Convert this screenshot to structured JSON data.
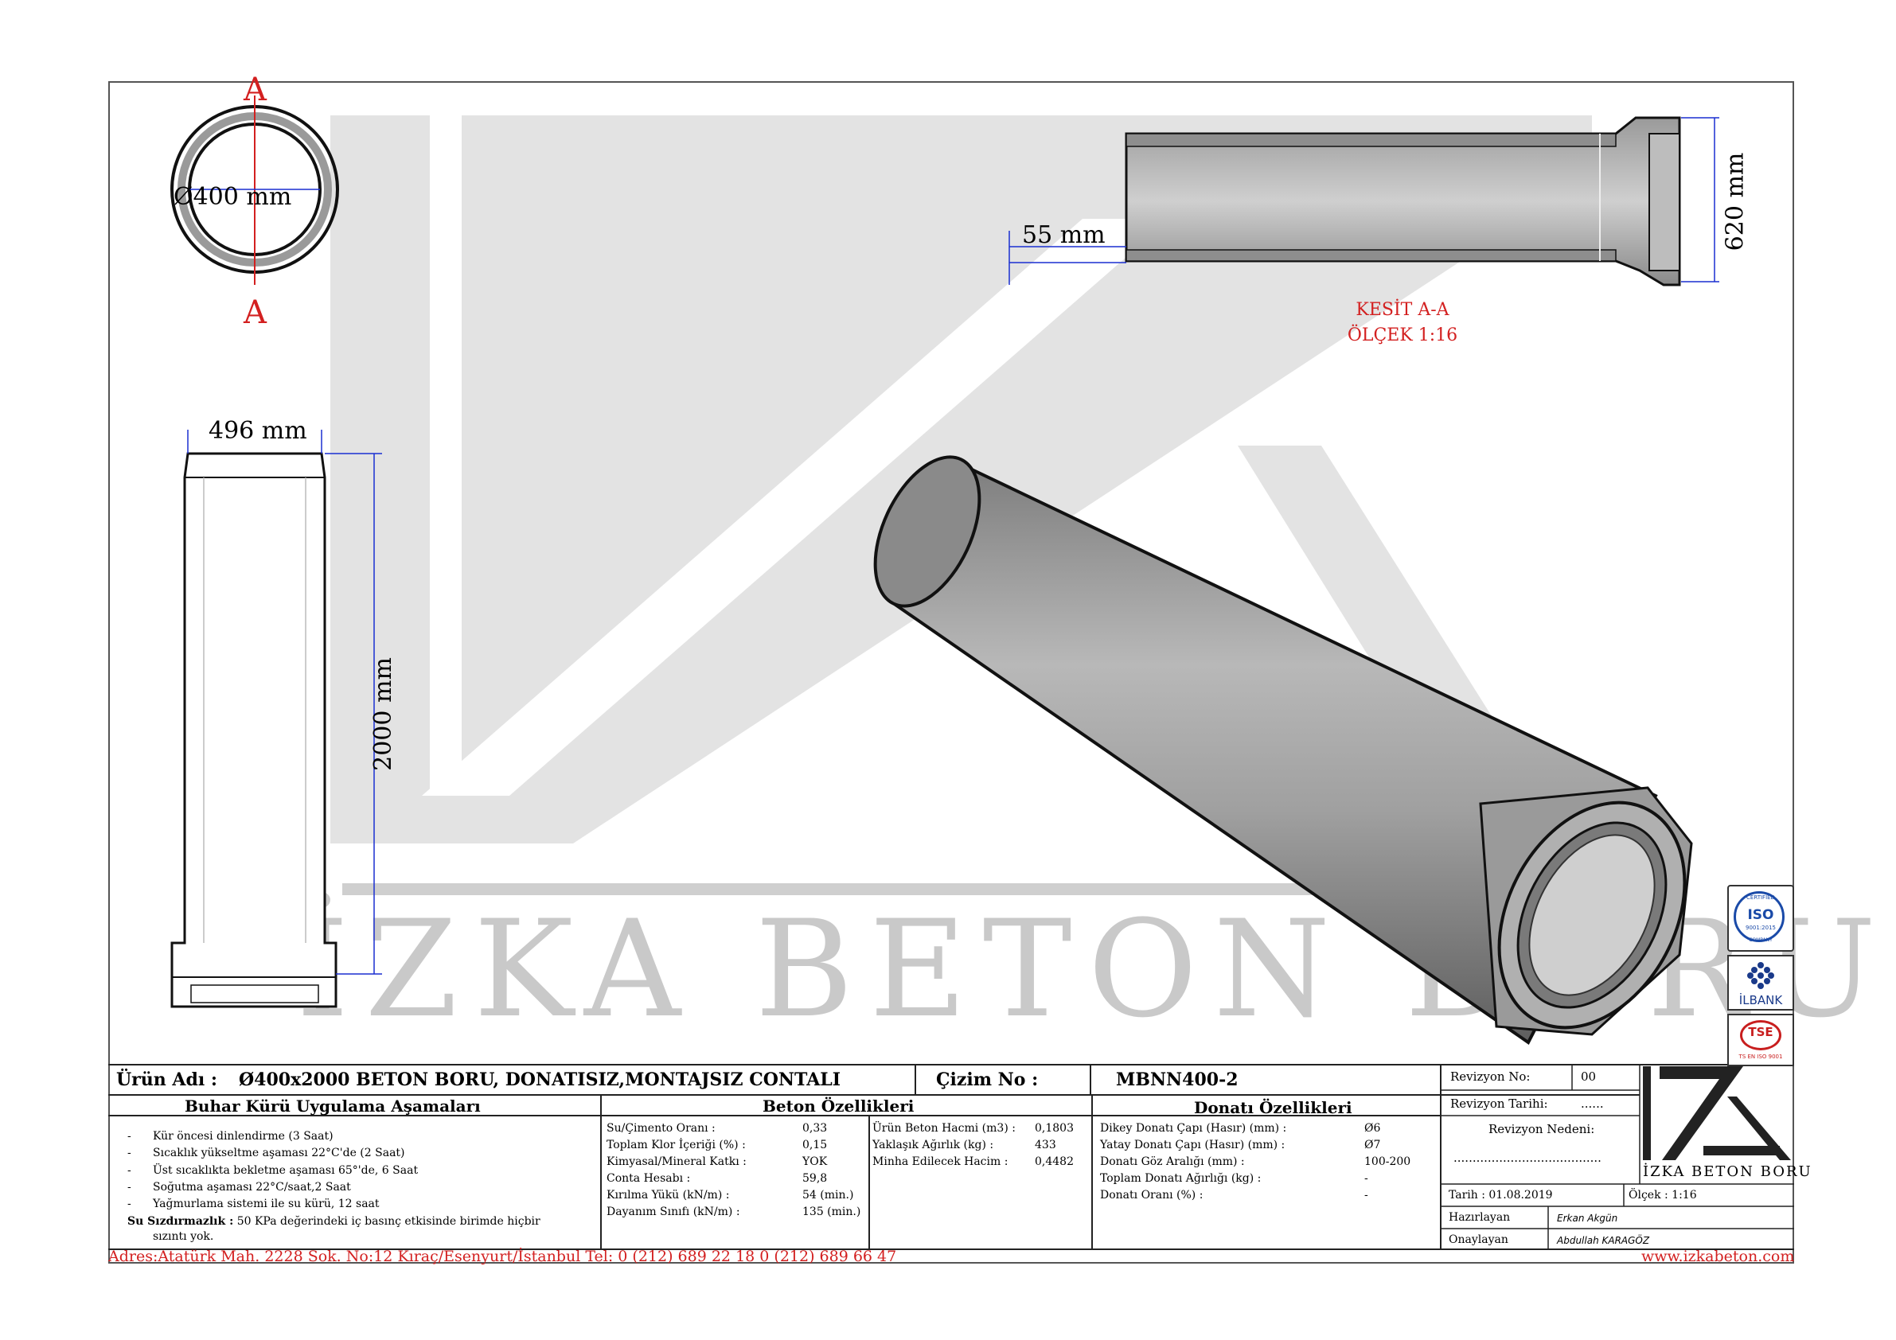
{
  "drawing": {
    "section_mark_top": "A",
    "section_mark_bottom": "A",
    "diameter_label": "Ø400 mm",
    "width_label": "496 mm",
    "length_label": "2000 mm",
    "wall_label": "55 mm",
    "height_label": "620 mm",
    "section_title": "KESİT A-A",
    "section_scale": "ÖLÇEK 1:16",
    "watermark": "İZKA BETON BORU"
  },
  "certs": {
    "iso_top": "CERTIFIED",
    "iso_main": "ISO",
    "iso_sub": "9001:2015",
    "iso_bottom": "COMPANY",
    "ilbank": "İLBANK",
    "tse": "TSE",
    "tse_sub": "TS EN ISO 9001"
  },
  "title_block": {
    "product_label": "Ürün Adı :",
    "product_name": "Ø400x2000 BETON BORU, DONATISIZ,MONTAJSIZ CONTALI",
    "drawing_no_label": "Çizim No :",
    "drawing_no": "MBNN400-2",
    "revision_no_label": "Revizyon No:",
    "revision_no": "00",
    "revision_date_label": "Revizyon Tarihi:",
    "revision_date": "......",
    "revision_reason_label": "Revizyon Nedeni:",
    "revision_reason": ".......................................",
    "date": "Tarih : 01.08.2019",
    "scale": "Ölçek : 1:16",
    "prepared_label": "Hazırlayan",
    "prepared_by": "Erkan Akgün",
    "approved_label": "Onaylayan",
    "approved_by": "Abdullah KARAGÖZ",
    "logo_text": "İZKA BETON BORU"
  },
  "steam_cure": {
    "header": "Buhar Kürü Uygulama Aşamaları",
    "items": [
      "Kür öncesi dinlendirme (3 Saat)",
      "Sıcaklık yükseltme aşaması 22°C'de (2 Saat)",
      "Üst sıcaklıkta bekletme aşaması 65°'de, 6 Saat",
      "Soğutma aşaması 22°C/saat,2 Saat",
      "Yağmurlama sistemi ile su kürü, 12 saat"
    ],
    "bullet": "-",
    "leak_label": "Su Sızdırmazlık :",
    "leak_text_1": "50 KPa değerindeki iç basınç etkisinde birimde hiçbir",
    "leak_text_2": "sızıntı yok."
  },
  "concrete": {
    "header": "Beton Özellikleri",
    "left": [
      {
        "label": "Su/Çimento Oranı :",
        "value": "0,33"
      },
      {
        "label": "Toplam Klor İçeriği (%) :",
        "value": "0,15"
      },
      {
        "label": "Kimyasal/Mineral Katkı :",
        "value": "YOK"
      },
      {
        "label": "Conta Hesabı :",
        "value": "59,8"
      },
      {
        "label": "Kırılma Yükü (kN/m) :",
        "value": "54 (min.)"
      },
      {
        "label": "Dayanım Sınıfı (kN/m) :",
        "value": "135 (min.)"
      }
    ],
    "right": [
      {
        "label": "Ürün Beton Hacmi (m3) :",
        "value": "0,1803"
      },
      {
        "label": "Yaklaşık Ağırlık (kg) :",
        "value": "433"
      },
      {
        "label": "Minha Edilecek Hacim :",
        "value": "0,4482"
      }
    ]
  },
  "rebar": {
    "header": "Donatı Özellikleri",
    "rows": [
      {
        "label": "Dikey Donatı Çapı (Hasır) (mm) :",
        "value": "Ø6"
      },
      {
        "label": "Yatay Donatı Çapı (Hasır) (mm) :",
        "value": "Ø7"
      },
      {
        "label": "Donatı Göz Aralığı (mm) :",
        "value": "100-200"
      },
      {
        "label": "Toplam Donatı Ağırlığı (kg) :",
        "value": "-"
      },
      {
        "label": "Donatı Oranı (%) :",
        "value": "-"
      }
    ]
  },
  "footer": {
    "address": "Adres:Atatürk Mah. 2228 Sok. No:12 Kıraç/Esenyurt/İstanbul Tel: 0 (212) 689 22 18 0 (212) 689 66 47",
    "website": "www.izkabeton.com"
  }
}
